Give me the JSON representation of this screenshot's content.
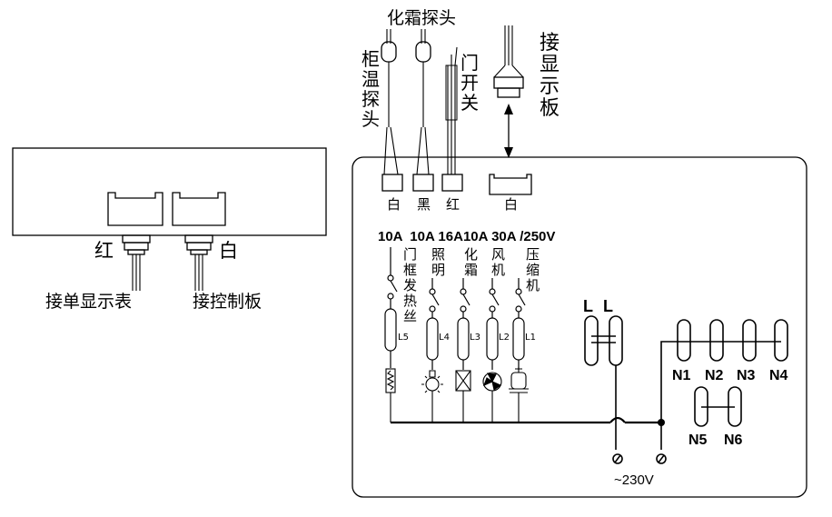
{
  "display_board": {
    "wire_left_color": "红",
    "wire_right_color": "白",
    "left_caption": "接单显示表",
    "right_caption": "接控制板"
  },
  "sensors": {
    "defrost_probe": "化霜探头",
    "cabinet_temp_probe": "柜温探头",
    "door_switch": "门开关",
    "display_connector": "接显示板"
  },
  "connectors": {
    "c1": "白",
    "c2": "黑",
    "c3": "红",
    "c4": "白"
  },
  "ratings": "10A  10A 16A10A 30A /250V",
  "loads": [
    {
      "name": "门框发热丝",
      "line": "L5",
      "icon": "heater-icon"
    },
    {
      "name": "照明",
      "line": "L4",
      "icon": "bulb-icon"
    },
    {
      "name": "化霜",
      "line": "L3",
      "icon": "defrost-heater-icon"
    },
    {
      "name": "风机",
      "line": "L2",
      "icon": "fan-icon"
    },
    {
      "name": "压缩机",
      "line": "L1",
      "icon": "compressor-icon"
    }
  ],
  "terminals": {
    "l1": "L",
    "l2": "L",
    "n": [
      "N1",
      "N2",
      "N3",
      "N4",
      "N5",
      "N6"
    ]
  },
  "supply": "~230V"
}
